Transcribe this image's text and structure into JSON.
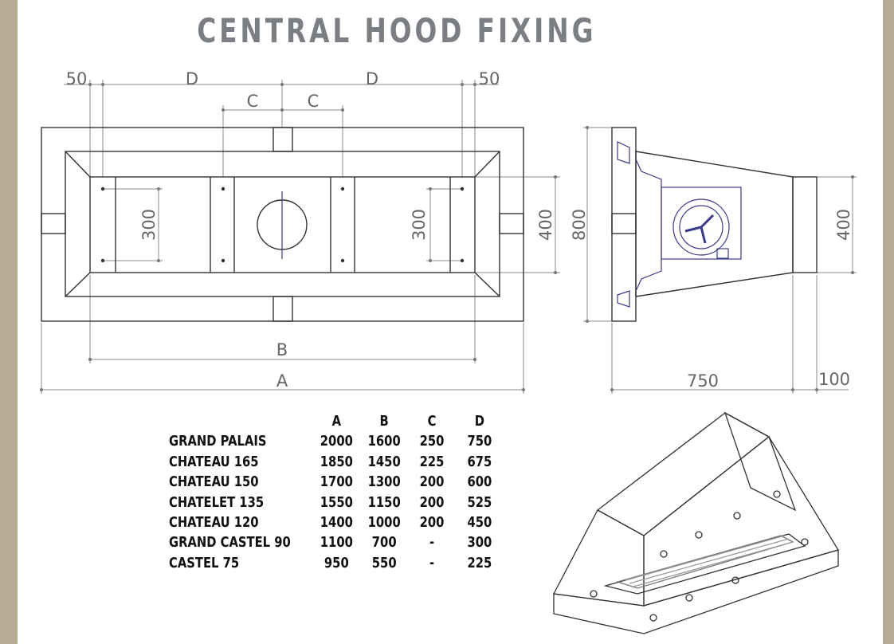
{
  "title": "CENTRAL HOOD FIXING",
  "dimensions": {
    "top_left_50": "50",
    "top_right_50": "50",
    "d_left": "D",
    "d_right": "D",
    "c_left": "C",
    "c_right": "C",
    "h300_left": "300",
    "h300_right": "300",
    "h400_front": "400",
    "h800_side": "800",
    "h400_side": "400",
    "w_b": "B",
    "w_a": "A",
    "w750": "750",
    "w100": "100"
  },
  "table": {
    "headers": [
      "",
      "A",
      "B",
      "C",
      "D"
    ],
    "rows": [
      {
        "name": "GRAND PALAIS",
        "a": "2000",
        "b": "1600",
        "c": "250",
        "d": "750"
      },
      {
        "name": "CHATEAU 165",
        "a": "1850",
        "b": "1450",
        "c": "225",
        "d": "675"
      },
      {
        "name": "CHATEAU 150",
        "a": "1700",
        "b": "1300",
        "c": "200",
        "d": "600"
      },
      {
        "name": "CHATELET 135",
        "a": "1550",
        "b": "1150",
        "c": "200",
        "d": "525"
      },
      {
        "name": "CHATEAU 120",
        "a": "1400",
        "b": "1000",
        "c": "200",
        "d": "450"
      },
      {
        "name": "GRAND CASTEL 90",
        "a": "1100",
        "b": "700",
        "c": "-",
        "d": "300"
      },
      {
        "name": "CASTEL 75",
        "a": "950",
        "b": "550",
        "c": "-",
        "d": "225"
      }
    ]
  },
  "colors": {
    "frame": "#b6ab95",
    "title": "#7b7f84",
    "motor": "#3a3a8c"
  }
}
